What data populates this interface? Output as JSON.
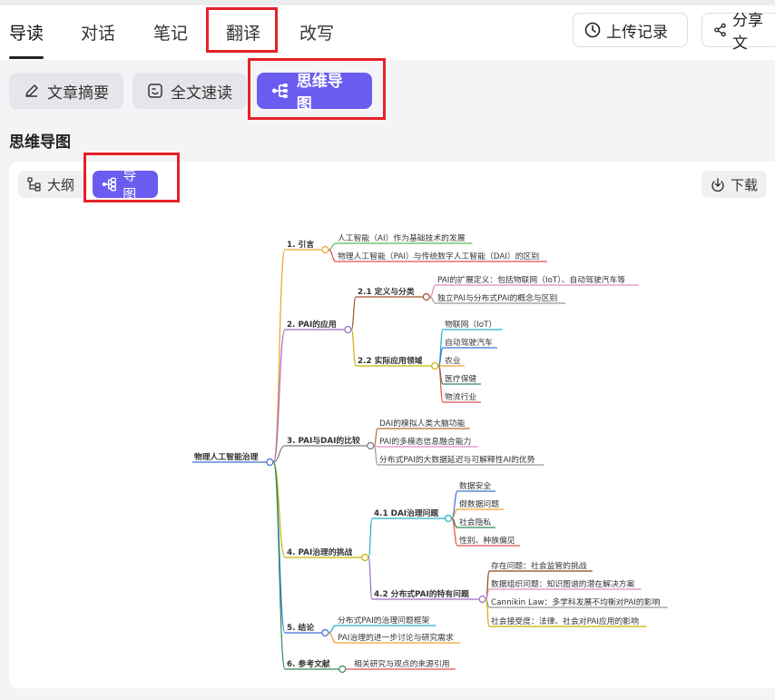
{
  "tabs": [
    {
      "label": "导读",
      "active": true
    },
    {
      "label": "对话",
      "active": false
    },
    {
      "label": "笔记",
      "active": false
    },
    {
      "label": "翻译",
      "active": false
    },
    {
      "label": "改写",
      "active": false
    }
  ],
  "top_buttons": {
    "upload_history": "上传记录",
    "share": "分享文"
  },
  "subtabs": [
    {
      "label": "文章摘要",
      "icon": "pencil-icon",
      "active": false
    },
    {
      "label": "全文速读",
      "icon": "quick-read-icon",
      "active": false
    },
    {
      "label": "思维导图",
      "icon": "mindmap-icon",
      "active": true
    }
  ],
  "section_title": "思维导图",
  "view_toggle": {
    "outline": "大纲",
    "map": "导图",
    "active": "map"
  },
  "download": "下载",
  "colors": {
    "accent": "#6b5cf0",
    "highlight_box": "#e5212a"
  },
  "mindmap": {
    "root": "物理人工智能治理",
    "branches": [
      {
        "label": "1. 引言",
        "color": "#f0a030",
        "children": [
          {
            "label": "人工智能（AI）作为基础技术的发展",
            "color": "#5cb85c"
          },
          {
            "label": "物理人工智能（PAI）与传统数字人工智能（DAI）的区别",
            "color": "#e05050"
          }
        ]
      },
      {
        "label": "2. PAI的应用",
        "color": "#9b6cc9",
        "children": [
          {
            "label": "2.1 定义与分类",
            "color": "#a0522d",
            "children": [
              {
                "label": "PAI的扩展定义：包括物联网（IoT）、自动驾驶汽车等",
                "color": "#e889c0"
              },
              {
                "label": "独立PAI与分布式PAI的概念与区别",
                "color": "#999999"
              }
            ]
          },
          {
            "label": "2.2 实际应用领域",
            "color": "#c8b400",
            "children": [
              {
                "label": "物联网（IoT）",
                "color": "#20b0d0"
              },
              {
                "label": "自动驾驶汽车",
                "color": "#3a6fd8"
              },
              {
                "label": "农业",
                "color": "#f0a030"
              },
              {
                "label": "医疗保健",
                "color": "#2e8b57"
              },
              {
                "label": "物流行业",
                "color": "#e05050"
              }
            ]
          }
        ]
      },
      {
        "label": "3. PAI与DAI的比较",
        "color": "#7a7a7a",
        "children": [
          {
            "label": "DAI的模拟人类大脑功能",
            "color": "#b07030"
          },
          {
            "label": "PAI的多模态信息融合能力",
            "color": "#e889c0"
          },
          {
            "label": "分布式PAI的大数据延迟与可解释性AI的优势",
            "color": "#999999"
          }
        ]
      },
      {
        "label": "4. PAI治理的挑战",
        "color": "#c8b400",
        "children": [
          {
            "label": "4.1 DAI治理问题",
            "color": "#20b0d0",
            "children": [
              {
                "label": "数据安全",
                "color": "#3a6fd8"
              },
              {
                "label": "假数据问题",
                "color": "#f0a030"
              },
              {
                "label": "社会隐私",
                "color": "#2e8b57"
              },
              {
                "label": "性别、种族偏见",
                "color": "#e05050"
              }
            ]
          },
          {
            "label": "4.2 分布式PAI的特有问题",
            "color": "#9b6cc9",
            "children": [
              {
                "label": "存在问题：社会监管的挑战",
                "color": "#8b4513"
              },
              {
                "label": "数据组织问题：知识图谱的潜在解决方案",
                "color": "#e889c0"
              },
              {
                "label": "Cannikin Law：多学科发展不均衡对PAI的影响",
                "color": "#999999"
              },
              {
                "label": "社会接受度：法律、社会对PAI应用的影响",
                "color": "#c8b400"
              }
            ]
          }
        ]
      },
      {
        "label": "5. 结论",
        "color": "#3a6fd8",
        "children": [
          {
            "label": "分布式PAI的治理问题框架",
            "color": "#20b0d0"
          },
          {
            "label": "PAI治理的进一步讨论与研究需求",
            "color": "#f0a030"
          }
        ]
      },
      {
        "label": "6. 参考文献",
        "color": "#2e8b57",
        "children": [
          {
            "label": "相关研究与观点的来源引用",
            "color": "#e05050"
          }
        ]
      }
    ]
  }
}
